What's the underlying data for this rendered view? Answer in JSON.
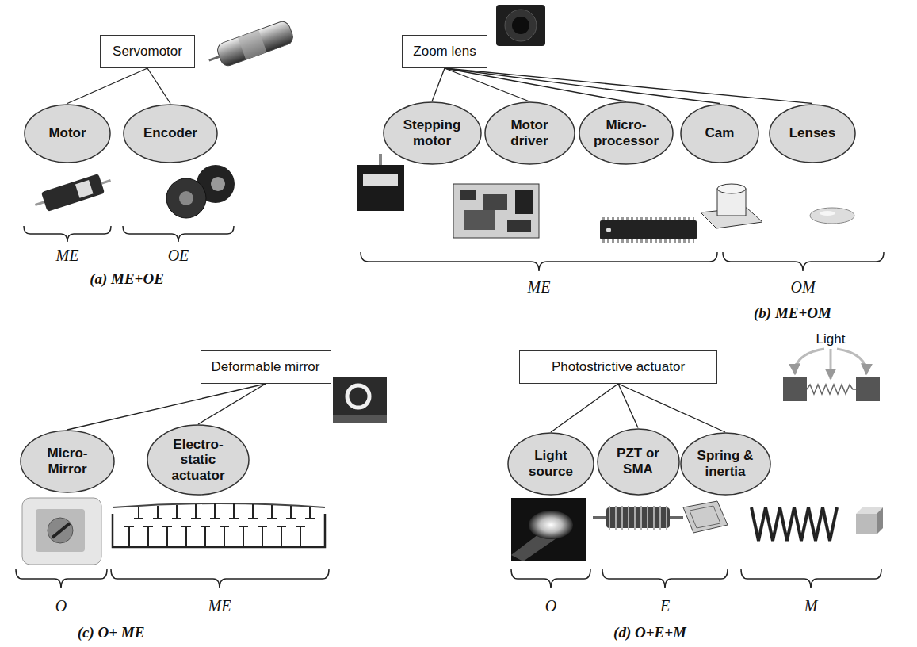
{
  "diagram": {
    "nodes": [
      {
        "text": [
          "Servomotor"
        ]
      },
      {
        "text": [
          "Motor"
        ]
      },
      {
        "text": [
          "Encoder"
        ]
      },
      {
        "text": [
          "Zoom lens"
        ]
      },
      {
        "text": [
          "Stepping motor"
        ]
      },
      {
        "text": [
          "Motor driver"
        ]
      },
      {
        "text": [
          "Micro- processor"
        ]
      },
      {
        "text": [
          "Cam"
        ]
      },
      {
        "text": [
          "Lenses"
        ]
      },
      {
        "text": [
          "Deformable mirror"
        ]
      },
      {
        "text": [
          "Micro- Mirror"
        ]
      },
      {
        "text": [
          "Electro- static actuator"
        ]
      },
      {
        "text": [
          "Photostrictive actuator"
        ]
      },
      {
        "text": [
          "Light source"
        ]
      },
      {
        "text": [
          "PZT or SMA"
        ]
      },
      {
        "text": [
          "Spring & inertia"
        ]
      }
    ],
    "edges": [
      {
        "from": 0,
        "to": 1,
        "arrow": "none"
      },
      {
        "from": 0,
        "to": 2,
        "arrow": "none"
      },
      {
        "from": 3,
        "to": 4,
        "arrow": "none"
      },
      {
        "from": 3,
        "to": 5,
        "arrow": "none"
      },
      {
        "from": 3,
        "to": 6,
        "arrow": "none"
      },
      {
        "from": 3,
        "to": 7,
        "arrow": "none"
      },
      {
        "from": 3,
        "to": 8,
        "arrow": "none"
      },
      {
        "from": 9,
        "to": 10,
        "arrow": "none"
      },
      {
        "from": 9,
        "to": 11,
        "arrow": "none"
      },
      {
        "from": 12,
        "to": 13,
        "arrow": "none"
      },
      {
        "from": 12,
        "to": 14,
        "arrow": "none"
      },
      {
        "from": 12,
        "to": 15,
        "arrow": "none"
      }
    ],
    "labels": [
      "ME",
      "OE",
      "(a) ME+OE",
      "ME",
      "OM",
      "(b) ME+OM",
      "O",
      "ME",
      "(c) O+ ME",
      "O",
      "E",
      "M",
      "(d) O+E+M",
      "Light"
    ]
  }
}
